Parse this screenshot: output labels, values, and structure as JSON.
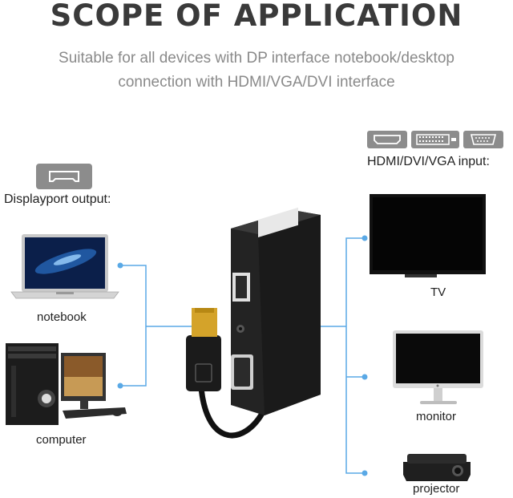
{
  "title": "SCOPE OF APPLICATION",
  "subtitle_line1": "Suitable for all devices with DP interface notebook/desktop",
  "subtitle_line2": "connection with HDMI/VGA/DVI interface",
  "output_label": "Displayport output:",
  "input_label": "HDMI/DVI/VGA input:",
  "devices": {
    "notebook": "notebook",
    "computer": "computer",
    "tv": "TV",
    "monitor": "monitor",
    "projector": "projector"
  },
  "colors": {
    "connector_line": "#5aa9e6",
    "adapter": "#222222",
    "port_badge": "#8c8c8c"
  }
}
